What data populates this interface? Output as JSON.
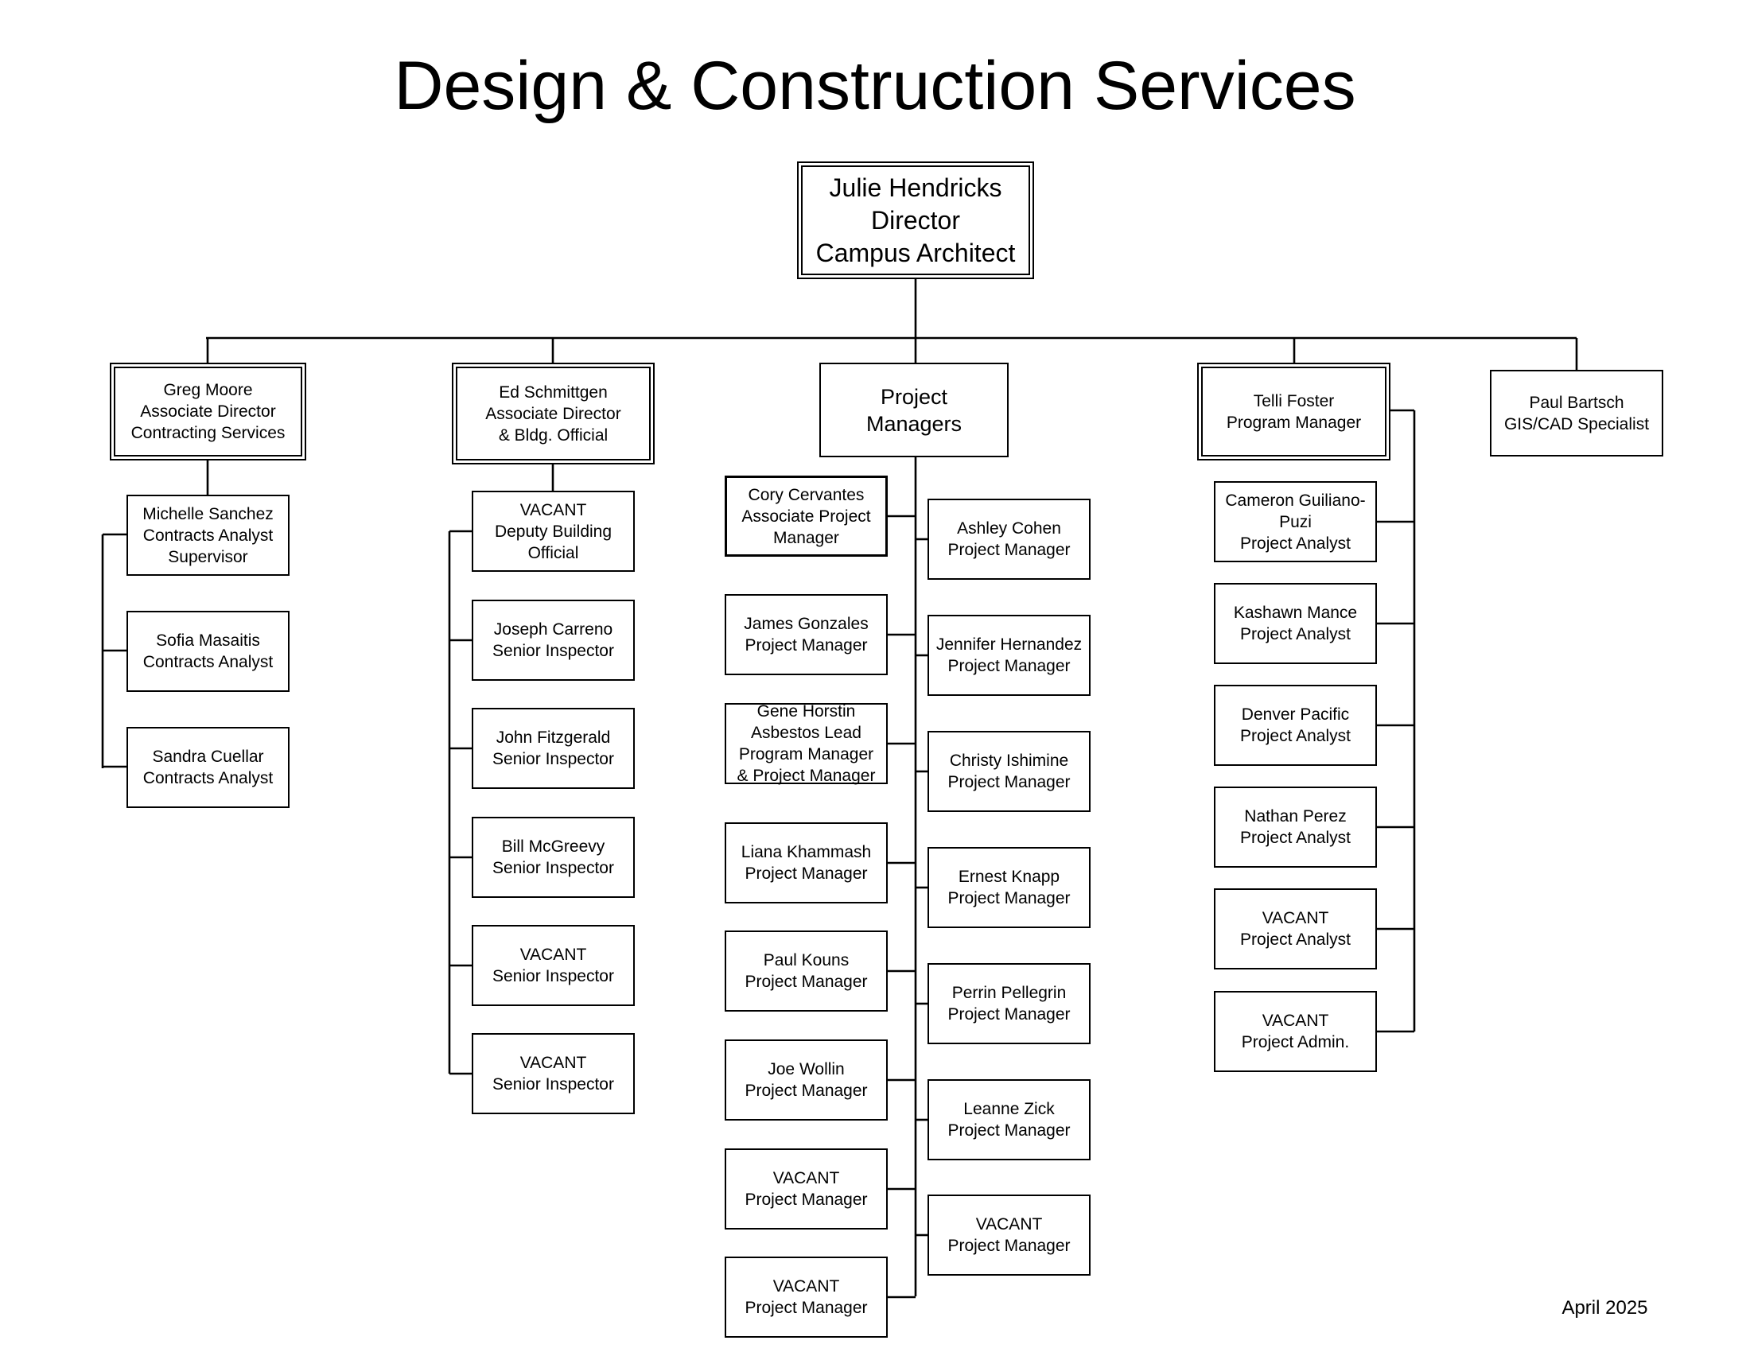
{
  "title": "Design & Construction Services",
  "date": "April 2025",
  "director": {
    "lines": [
      "Julie Hendricks",
      "Director",
      "Campus Architect"
    ]
  },
  "heads": [
    {
      "lines": [
        "Greg Moore",
        "Associate Director",
        "Contracting Services"
      ]
    },
    {
      "lines": [
        "Ed Schmittgen",
        "Associate Director",
        "& Bldg. Official"
      ]
    },
    {
      "lines": [
        "Project",
        "Managers"
      ]
    },
    {
      "lines": [
        "Telli Foster",
        "Program Manager"
      ]
    },
    {
      "lines": [
        "Paul Bartsch",
        "GIS/CAD Specialist"
      ]
    }
  ],
  "contracting": [
    {
      "lines": [
        "Michelle Sanchez",
        "Contracts Analyst",
        "Supervisor"
      ]
    },
    {
      "lines": [
        "Sofia Masaitis",
        "Contracts Analyst"
      ]
    },
    {
      "lines": [
        "Sandra Cuellar",
        "Contracts Analyst"
      ]
    }
  ],
  "building": [
    {
      "lines": [
        "VACANT",
        "Deputy Building",
        "Official"
      ]
    },
    {
      "lines": [
        "Joseph Carreno",
        "Senior Inspector"
      ]
    },
    {
      "lines": [
        "John Fitzgerald",
        "Senior Inspector"
      ]
    },
    {
      "lines": [
        "Bill McGreevy",
        "Senior Inspector"
      ]
    },
    {
      "lines": [
        "VACANT",
        "Senior Inspector"
      ]
    },
    {
      "lines": [
        "VACANT",
        "Senior Inspector"
      ]
    }
  ],
  "pm_left": [
    {
      "lines": [
        "Cory Cervantes",
        "Associate Project",
        "Manager"
      ]
    },
    {
      "lines": [
        "James Gonzales",
        "Project Manager"
      ]
    },
    {
      "lines": [
        "Gene Horstin",
        "Asbestos Lead",
        "Program Manager",
        "& Project Manager"
      ]
    },
    {
      "lines": [
        "Liana Khammash",
        "Project Manager"
      ]
    },
    {
      "lines": [
        "Paul Kouns",
        "Project Manager"
      ]
    },
    {
      "lines": [
        "Joe Wollin",
        "Project Manager"
      ]
    },
    {
      "lines": [
        "VACANT",
        "Project Manager"
      ]
    },
    {
      "lines": [
        "VACANT",
        "Project Manager"
      ]
    }
  ],
  "pm_right": [
    {
      "lines": [
        "Ashley Cohen",
        "Project Manager"
      ]
    },
    {
      "lines": [
        "Jennifer Hernandez",
        "Project Manager"
      ]
    },
    {
      "lines": [
        "Christy Ishimine",
        "Project Manager"
      ]
    },
    {
      "lines": [
        "Ernest Knapp",
        "Project Manager"
      ]
    },
    {
      "lines": [
        "Perrin Pellegrin",
        "Project Manager"
      ]
    },
    {
      "lines": [
        "Leanne Zick",
        "Project Manager"
      ]
    },
    {
      "lines": [
        "VACANT",
        "Project Manager"
      ]
    }
  ],
  "program": [
    {
      "lines": [
        "Cameron Guiliano-",
        "Puzi",
        "Project Analyst"
      ]
    },
    {
      "lines": [
        "Kashawn Mance",
        "Project Analyst"
      ]
    },
    {
      "lines": [
        "Denver Pacific",
        "Project Analyst"
      ]
    },
    {
      "lines": [
        "Nathan Perez",
        "Project Analyst"
      ]
    },
    {
      "lines": [
        "VACANT",
        "Project Analyst"
      ]
    },
    {
      "lines": [
        "VACANT",
        "Project Admin."
      ]
    }
  ]
}
